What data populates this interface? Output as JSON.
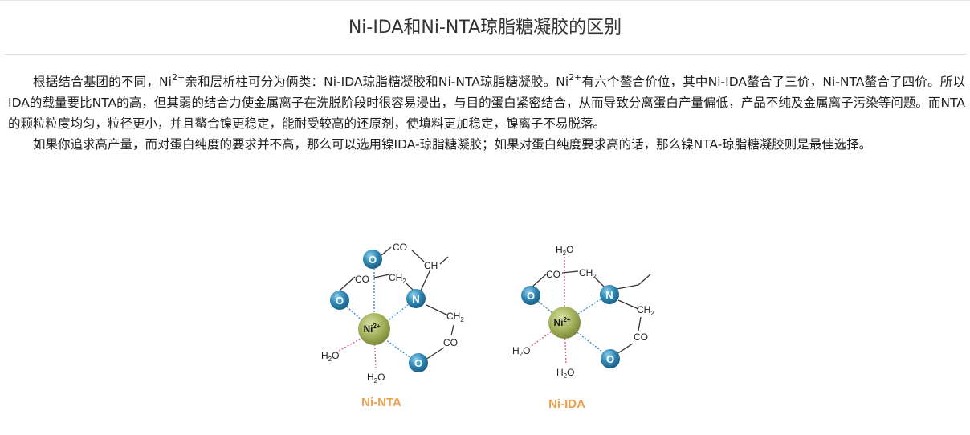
{
  "article": {
    "title": "Ni-IDA和Ni-NTA琼脂糖凝胶的区别",
    "paragraph1": {
      "seg1": "根据结合基团的不同，Ni",
      "sup1": "2+",
      "seg2": "亲和层析柱可分为俩类：Ni-IDA琼脂糖凝胶和Ni-NTA琼脂糖凝胶。Ni",
      "sup2": "2+",
      "seg3": "有六个螯合价位，其中Ni-IDA螯合了三价，Ni-NTA螯合了四价。所以IDA的载量要比NTA的高，但其弱的结合力使金属离子在洗脱阶段时很容易浸出，与目的蛋白紧密结合，从而导致分离蛋白产量偏低，产品不纯及金属离子污染等问题。而NTA的颗粒粒度均匀，粒径更小，并且螯合镍更稳定，能耐受较高的还原剂，使填料更加稳定，镍离子不易脱落。"
    },
    "paragraph2": "如果你追求高产量，而对蛋白纯度的要求并不高，那么可以选用镍IDA-琼脂糖凝胶；如果对蛋白纯度要求高的话，那么镍NTA-琼脂糖凝胶则是最佳选择。"
  },
  "figure": {
    "colors": {
      "ni_ball": "#9aab4f",
      "o_ball": "#2a7da6",
      "n_ball": "#2a7da6",
      "caption": "#f0a04b",
      "coord_bond": "#4a90c8",
      "water_bond": "#d9667f",
      "covalent_bond": "#333333"
    },
    "structures": [
      {
        "caption": "Ni-NTA",
        "center": "Ni",
        "center_charge": "2+",
        "oxygen_label": "O",
        "nitrogen_label": "N",
        "groups": {
          "co": "CO",
          "ch": "CH",
          "ch2": "CH",
          "ch2_sub": "2",
          "water": "H",
          "water_sub": "2",
          "water_o": "O"
        }
      },
      {
        "caption": "Ni-IDA",
        "center": "Ni",
        "center_charge": "2+",
        "oxygen_label": "O",
        "nitrogen_label": "N",
        "groups": {
          "co": "CO",
          "ch2": "CH",
          "ch2_sub": "2",
          "water": "H",
          "water_sub": "2",
          "water_o": "O"
        }
      }
    ]
  }
}
